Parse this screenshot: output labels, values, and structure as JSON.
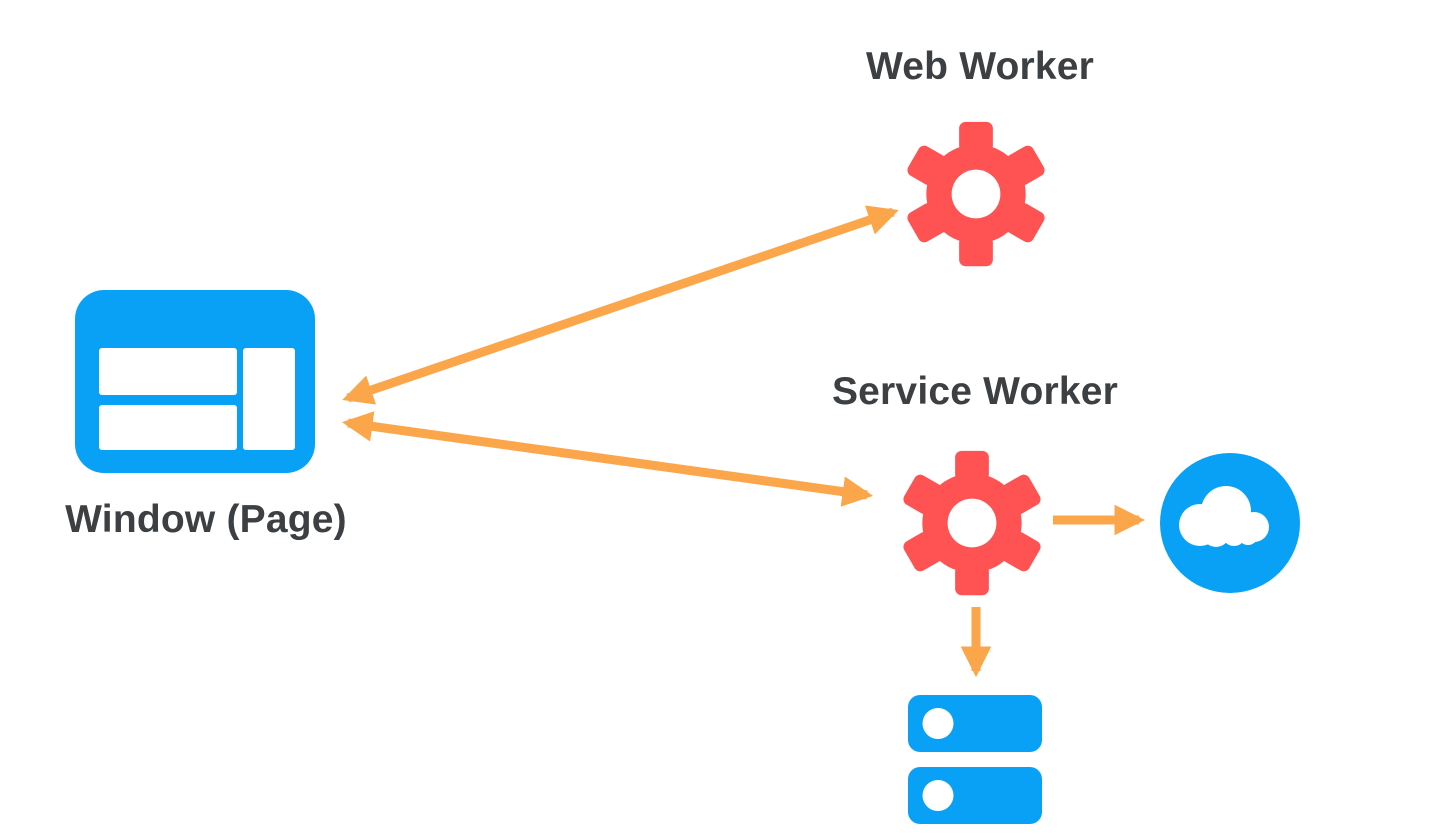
{
  "diagram": {
    "title_hint": "Web workers architecture diagram",
    "background": "#FFFFFF",
    "colors": {
      "blue": "#09A1F5",
      "red": "#FF5252",
      "orange": "#FBA64B",
      "label_text": "#3C4043",
      "icon_detail": "#FFFFFF"
    },
    "nodes": {
      "window": {
        "label": "Window (Page)",
        "icon": "browser-window-icon"
      },
      "web_worker": {
        "label": "Web Worker",
        "icon": "gear-icon"
      },
      "service_worker": {
        "label": "Service Worker",
        "icon": "gear-icon"
      },
      "network": {
        "label": "",
        "icon": "cloud-icon"
      },
      "storage": {
        "label": "",
        "icon": "database-icon"
      }
    },
    "connections": [
      {
        "from": "window",
        "to": "web_worker",
        "direction": "bidirectional",
        "color": "#FBA64B"
      },
      {
        "from": "window",
        "to": "service_worker",
        "direction": "bidirectional",
        "color": "#FBA64B"
      },
      {
        "from": "service_worker",
        "to": "network",
        "direction": "one-way",
        "color": "#FBA64B"
      },
      {
        "from": "service_worker",
        "to": "storage",
        "direction": "one-way",
        "color": "#FBA64B"
      }
    ]
  }
}
